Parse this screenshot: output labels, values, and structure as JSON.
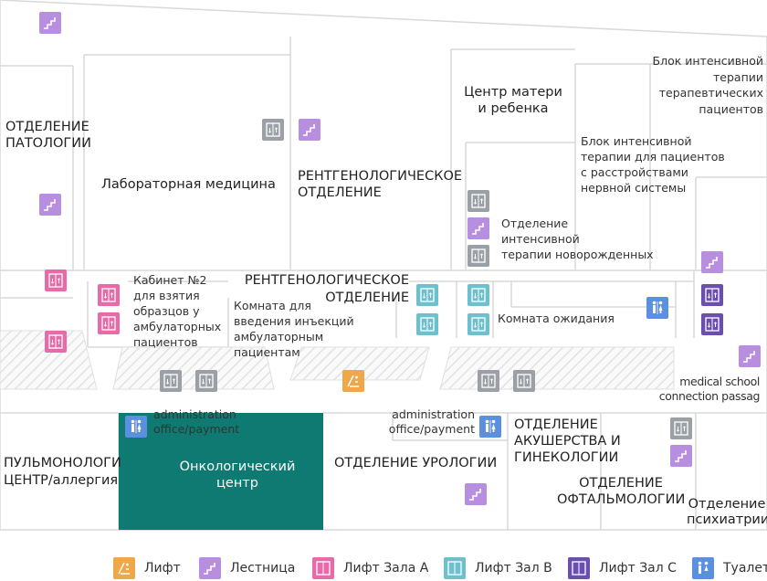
{
  "rooms": {
    "pathology": "ОТДЕЛЕНИЕ\nПАТОЛОГИИ",
    "lab_medicine": "Лабораторная медицина",
    "radiology_top": "РЕНТГЕНОЛОГИЧЕСКОЕ\nОТДЕЛЕНИЕ",
    "mother_child": "Центр матери\nи ребенка",
    "icu_therapy": "Блок интенсивной\nтерапии\nтерапевтических\nпациентов",
    "icu_neuro": "Блок интенсивной\nтерапии для пациентов\nс расстройствами\nнервной системы",
    "nicu": "Отделение\nинтенсивной\nтерапии новорожденных",
    "sample_room": "Кабинет №2\nдля взятия\nобразцов у\nамбулаторных\nпациентов",
    "radiology_mid": "РЕНТГЕНОЛОГИЧЕСКОЕ\nОТДЕЛЕНИЕ",
    "injection_room": "Комната для\nвведения инъекций\nамбулаторным\nпациентам",
    "waiting_room": "Комната ожидания",
    "medical_school": "medical school\nconnection passag",
    "admin_left": "administration\noffice/payment",
    "admin_right": "administration\noffice/payment",
    "pulmonology": "ПУЛЬМОНОЛОГИ\nЦЕНТР/аллергия",
    "oncology": "Онкологический\nцентр",
    "urology": "ОТДЕЛЕНИЕ УРОЛОГИИ",
    "obstetrics": "ОТДЕЛЕНИЕ\nАКУШЕРСТВА И\nГИНЕКОЛОГИИ",
    "ophthalmology": "ОТДЕЛЕНИЕ\nОФТАЛЬМОЛОГИИ",
    "psychiatry": "Отделение\nпсихиатрии"
  },
  "legend": [
    {
      "label": "Лифт",
      "icon": "elevator-icon",
      "color": "#eea84a"
    },
    {
      "label": "Лестница",
      "icon": "stairs-icon",
      "color": "#b88ee0"
    },
    {
      "label": "Лифт Зала А",
      "icon": "elevator-hall-a-icon",
      "color": "#e86aa8"
    },
    {
      "label": "Лифт Зал B",
      "icon": "elevator-hall-b-icon",
      "color": "#6ec0cc"
    },
    {
      "label": "Лифт Зал C",
      "icon": "elevator-hall-c-icon",
      "color": "#6a4fb0"
    },
    {
      "label": "Туалет",
      "icon": "toilet-icon",
      "color": "#5b8fe0"
    }
  ],
  "colors": {
    "oncology_fill": "#0e7a72",
    "walls": "#d8d8d8",
    "freight_lift": "#9aa0a6"
  }
}
